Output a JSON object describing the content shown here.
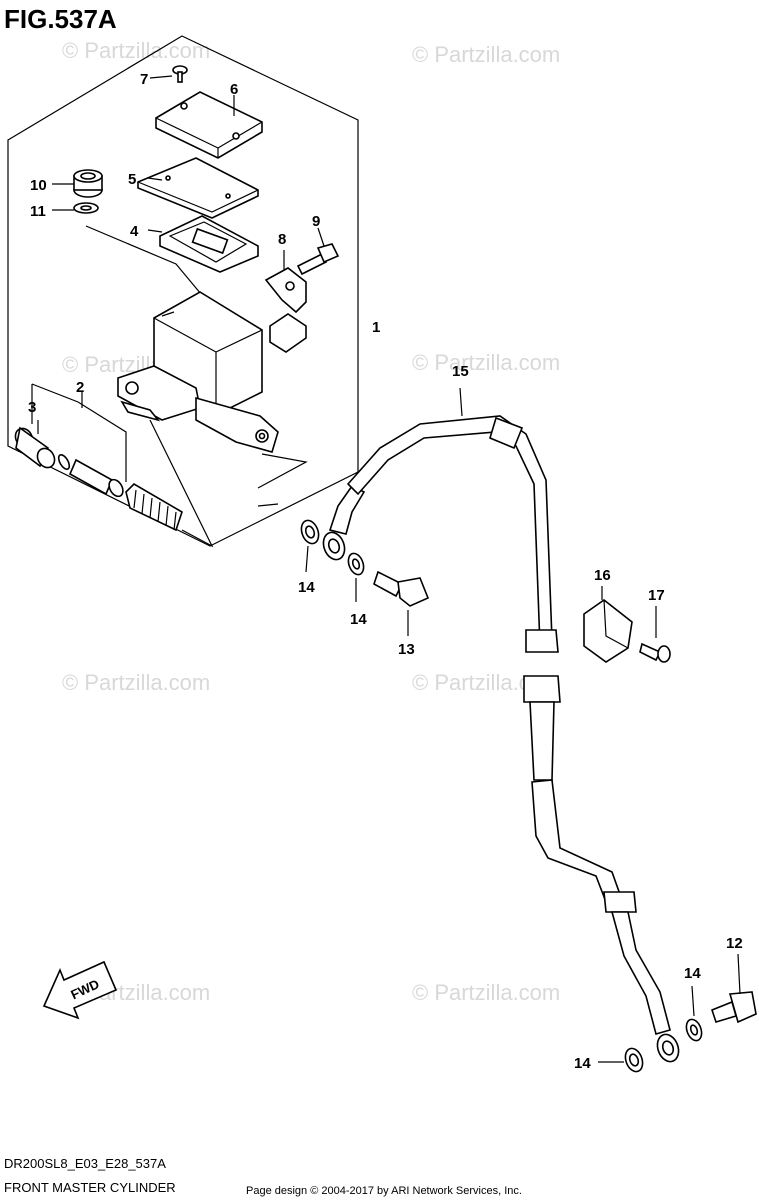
{
  "figure": {
    "title": "FIG.537A"
  },
  "watermark": {
    "text": "© Partzilla.com"
  },
  "fwd": {
    "label": "FWD"
  },
  "callouts": {
    "c1": "1",
    "c2": "2",
    "c3": "3",
    "c4": "4",
    "c5": "5",
    "c6": "6",
    "c7": "7",
    "c8": "8",
    "c9": "9",
    "c10": "10",
    "c11": "11",
    "c12": "12",
    "c13": "13",
    "c14a": "14",
    "c14b": "14",
    "c14c": "14",
    "c14d": "14",
    "c15": "15",
    "c16": "16",
    "c17": "17"
  },
  "footer": {
    "model_code": "DR200SL8_E03_E28_537A",
    "section_name": "FRONT MASTER CYLINDER",
    "credit": "Page design © 2004-2017 by ARI Network Services, Inc."
  }
}
